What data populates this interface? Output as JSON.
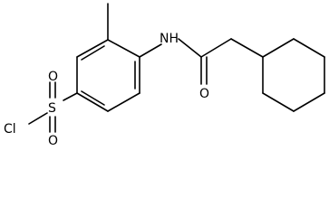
{
  "molecule": {
    "atoms": {
      "cl": "Cl",
      "s": "S",
      "o_top": "O",
      "o_bottom": "O",
      "nh": "NH",
      "o_carbonyl": "O"
    },
    "colors": {
      "bond": "#000000",
      "label": "#000000",
      "background": "#ffffff"
    }
  }
}
